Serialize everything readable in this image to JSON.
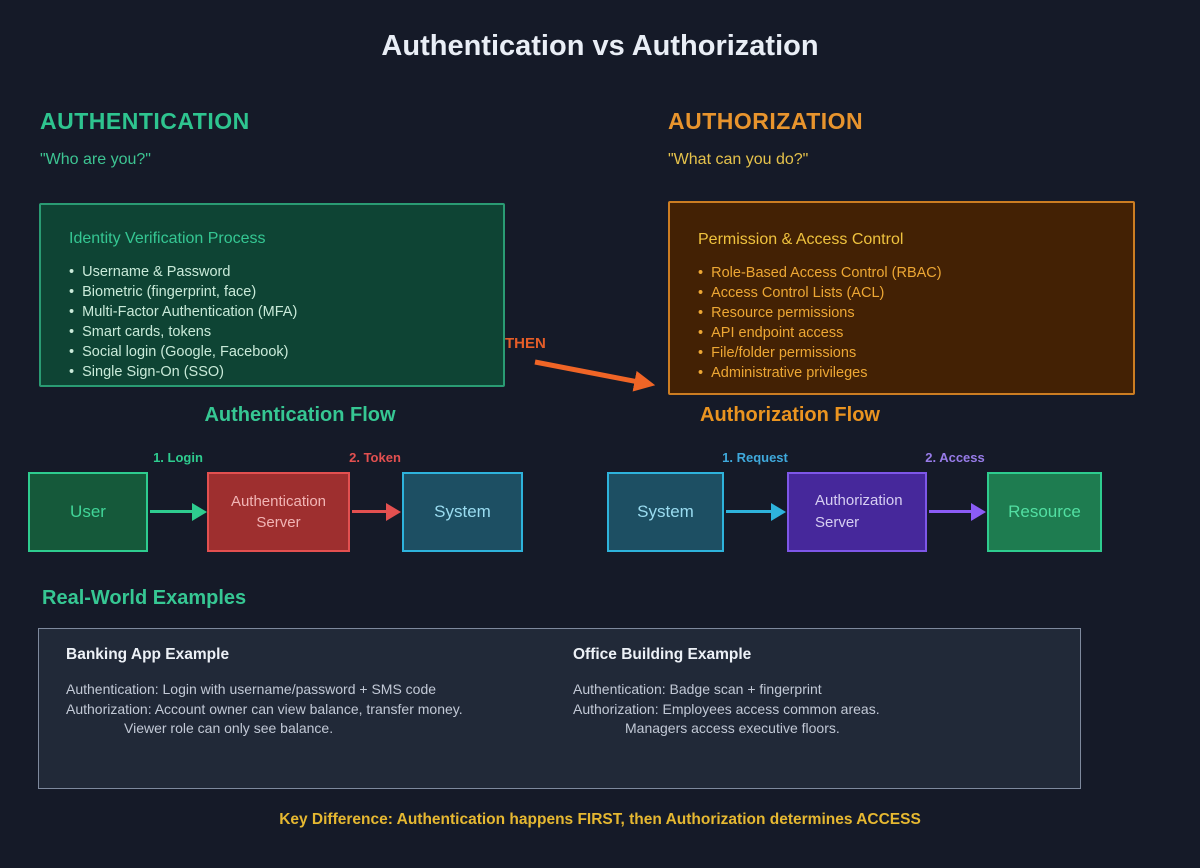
{
  "page": {
    "title": "Authentication vs Authorization",
    "key_difference": "Key Difference: Authentication happens FIRST, then Authorization determines ACCESS"
  },
  "colors": {
    "background": "#151a28",
    "teal_accent": "#2ec48f",
    "orange_accent": "#e8942d",
    "red_accent": "#e35050",
    "cyan_accent": "#2eb3dc",
    "purple_accent": "#7e57e8",
    "gold_accent": "#e6b831",
    "then_arrow": "#f06526"
  },
  "authentication": {
    "heading": "AUTHENTICATION",
    "question": "\"Who are you?\"",
    "panel": {
      "title": "Identity Verification Process",
      "items": [
        "Username & Password",
        "Biometric (fingerprint, face)",
        "Multi-Factor Authentication (MFA)",
        "Smart cards, tokens",
        "Social login (Google, Facebook)",
        "Single Sign-On (SSO)"
      ]
    },
    "flow": {
      "heading": "Authentication Flow",
      "nodes": [
        "User",
        "Authentication Server",
        "System"
      ],
      "step1": "1. Login",
      "step2": "2. Token"
    }
  },
  "authorization": {
    "heading": "AUTHORIZATION",
    "question": "\"What can you do?\"",
    "panel": {
      "title": "Permission & Access Control",
      "items": [
        "Role-Based Access Control (RBAC)",
        "Access Control Lists (ACL)",
        "Resource permissions",
        "API endpoint access",
        "File/folder permissions",
        "Administrative privileges"
      ]
    },
    "flow": {
      "heading": "Authorization Flow",
      "nodes": [
        "System",
        "Authorization Server",
        "Resource"
      ],
      "step1": "1. Request",
      "step2": "2. Access"
    }
  },
  "connector": {
    "label": "THEN"
  },
  "examples": {
    "heading": "Real-World Examples",
    "banking": {
      "title": "Banking App Example",
      "lines": [
        "Authentication: Login with username/password + SMS code",
        "Authorization: Account owner can view balance, transfer money.",
        "Viewer role can only see balance."
      ]
    },
    "office": {
      "title": "Office Building Example",
      "lines": [
        "Authentication: Badge scan + fingerprint",
        "Authorization: Employees access common areas.",
        "Managers access executive floors."
      ]
    }
  }
}
